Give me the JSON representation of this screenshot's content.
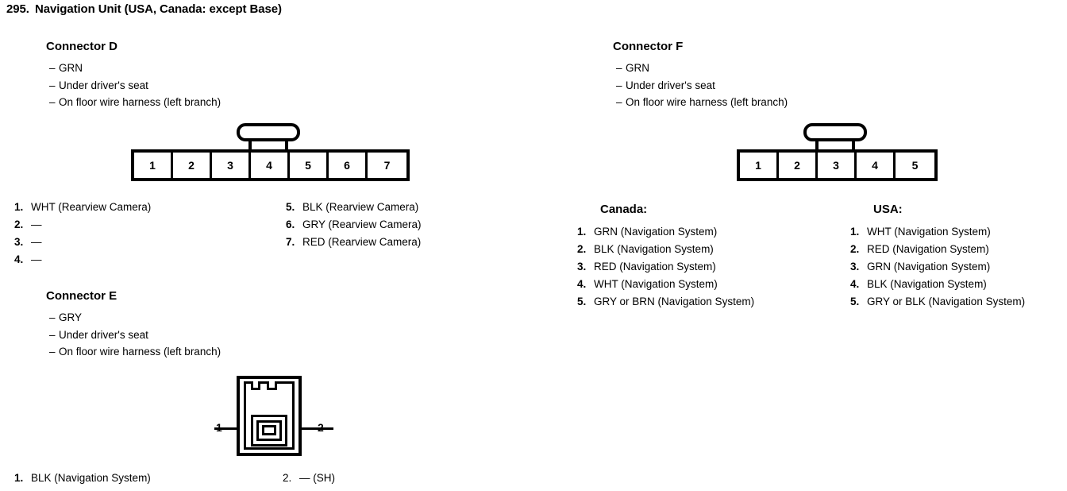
{
  "page": {
    "number": "295.",
    "title": "Navigation Unit (USA, Canada: except Base)"
  },
  "connector_d": {
    "heading": "Connector D",
    "notes": [
      "GRN",
      "Under driver's seat",
      "On floor wire harness (left branch)"
    ],
    "diagram": {
      "type": "multi-cell",
      "cells": [
        "1",
        "2",
        "3",
        "4",
        "5",
        "6",
        "7"
      ]
    },
    "pins_left": [
      {
        "n": "1.",
        "v": "WHT (Rearview Camera)"
      },
      {
        "n": "2.",
        "v": "—"
      },
      {
        "n": "3.",
        "v": "—"
      },
      {
        "n": "4.",
        "v": "—"
      }
    ],
    "pins_right": [
      {
        "n": "5.",
        "v": "BLK (Rearview Camera)"
      },
      {
        "n": "6.",
        "v": "GRY (Rearview Camera)"
      },
      {
        "n": "7.",
        "v": "RED (Rearview Camera)"
      }
    ]
  },
  "connector_e": {
    "heading": "Connector E",
    "notes": [
      "GRY",
      "Under driver's seat",
      "On floor wire harness (left branch)"
    ],
    "diagram": {
      "type": "two-pin",
      "pin_left_label": "1",
      "pin_right_label": "2"
    },
    "pins_left": [
      {
        "n": "1.",
        "v": "BLK (Navigation System)"
      }
    ],
    "pins_right": [
      {
        "n": "2.",
        "v": "— (SH)"
      }
    ]
  },
  "connector_f": {
    "heading": "Connector F",
    "notes": [
      "GRN",
      "Under driver's seat",
      "On floor wire harness (left branch)"
    ],
    "diagram": {
      "type": "multi-cell",
      "cells": [
        "1",
        "2",
        "3",
        "4",
        "5"
      ]
    },
    "canada": {
      "heading": "Canada:",
      "pins": [
        {
          "n": "1.",
          "v": "GRN (Navigation System)"
        },
        {
          "n": "2.",
          "v": "BLK (Navigation System)"
        },
        {
          "n": "3.",
          "v": "RED (Navigation System)"
        },
        {
          "n": "4.",
          "v": "WHT (Navigation System)"
        },
        {
          "n": "5.",
          "v": "GRY or BRN (Navigation System)"
        }
      ]
    },
    "usa": {
      "heading": "USA:",
      "pins": [
        {
          "n": "1.",
          "v": "WHT (Navigation System)"
        },
        {
          "n": "2.",
          "v": "RED (Navigation System)"
        },
        {
          "n": "3.",
          "v": "GRN (Navigation System)"
        },
        {
          "n": "4.",
          "v": "BLK (Navigation System)"
        },
        {
          "n": "5.",
          "v": "GRY or BLK (Navigation System)"
        }
      ]
    }
  },
  "colors": {
    "ink": "#000000",
    "paper": "#ffffff"
  }
}
